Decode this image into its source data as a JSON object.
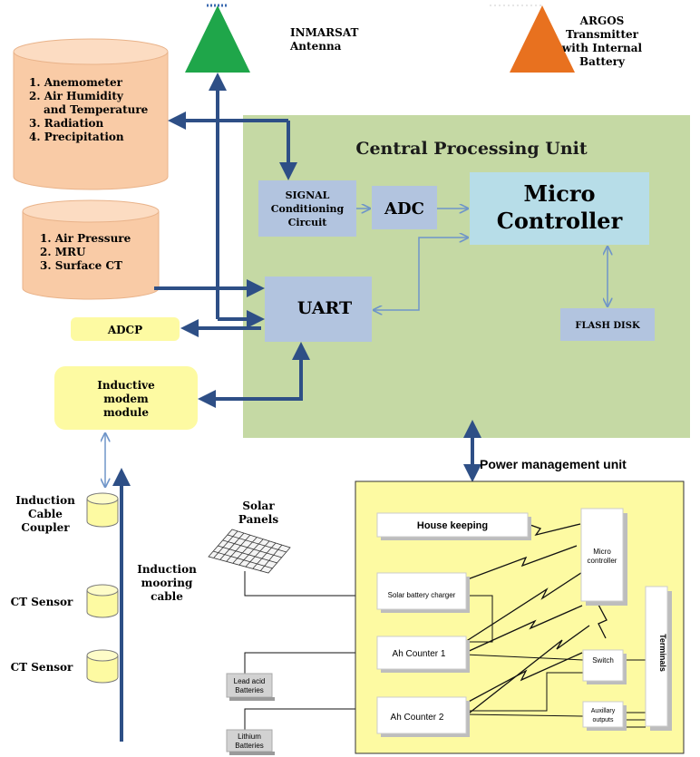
{
  "antenna": {
    "line1": "INMARSAT",
    "line2": "Antenna",
    "color": "#1fa64a"
  },
  "argos": {
    "line1": "ARGOS",
    "line2": "Transmitter",
    "line3": "with Internal",
    "line4": "Battery",
    "color": "#e8711f"
  },
  "sensors_top": {
    "items": [
      "1. Anemometer",
      "2. Air Humidity",
      "and Temperature",
      "3. Radiation",
      "4. Precipitation"
    ]
  },
  "sensors_mid": {
    "items": [
      "1. Air Pressure",
      "2. MRU",
      "3. Surface CT"
    ]
  },
  "adcp": {
    "label": "ADCP"
  },
  "modem": {
    "line1": "Inductive",
    "line2": "modem",
    "line3": "module"
  },
  "cpu": {
    "title": "Central Processing Unit",
    "signal": {
      "line1": "SIGNAL",
      "line2": "Conditioning",
      "line3": "Circuit"
    },
    "adc": "ADC",
    "micro": {
      "line1": "Micro",
      "line2": "Controller"
    },
    "uart": "UART",
    "flash": "FLASH DISK"
  },
  "mooring": {
    "coupler": {
      "line1": "Induction",
      "line2": "Cable",
      "line3": "Coupler"
    },
    "ct1": "CT Sensor",
    "ct2": "CT Sensor",
    "cable": {
      "line1": "Induction",
      "line2": "mooring",
      "line3": "cable"
    }
  },
  "solar": {
    "line1": "Solar",
    "line2": "Panels"
  },
  "batteries": {
    "lead": {
      "line1": "Lead acid",
      "line2": "Batteries"
    },
    "lithium": {
      "line1": "Lithium",
      "line2": "Batteries"
    }
  },
  "pmu": {
    "title": "Power management unit",
    "housekeeping": "House keeping",
    "micro": {
      "line1": "Micro",
      "line2": "controller"
    },
    "charger": "Solar battery charger",
    "ah1": "Ah Counter 1",
    "ah2": "Ah Counter 2",
    "switch": "Switch",
    "aux": {
      "line1": "Auxillary",
      "line2": "outputs"
    },
    "terminals": "Terminals"
  },
  "colors": {
    "cpu_bg": "#c5d9a4",
    "block": "#b2c4df",
    "micro_block": "#b7dde8",
    "sensor": "#f9cba6",
    "yellow": "#fdfaa2",
    "arrow": "#2e4f86"
  }
}
